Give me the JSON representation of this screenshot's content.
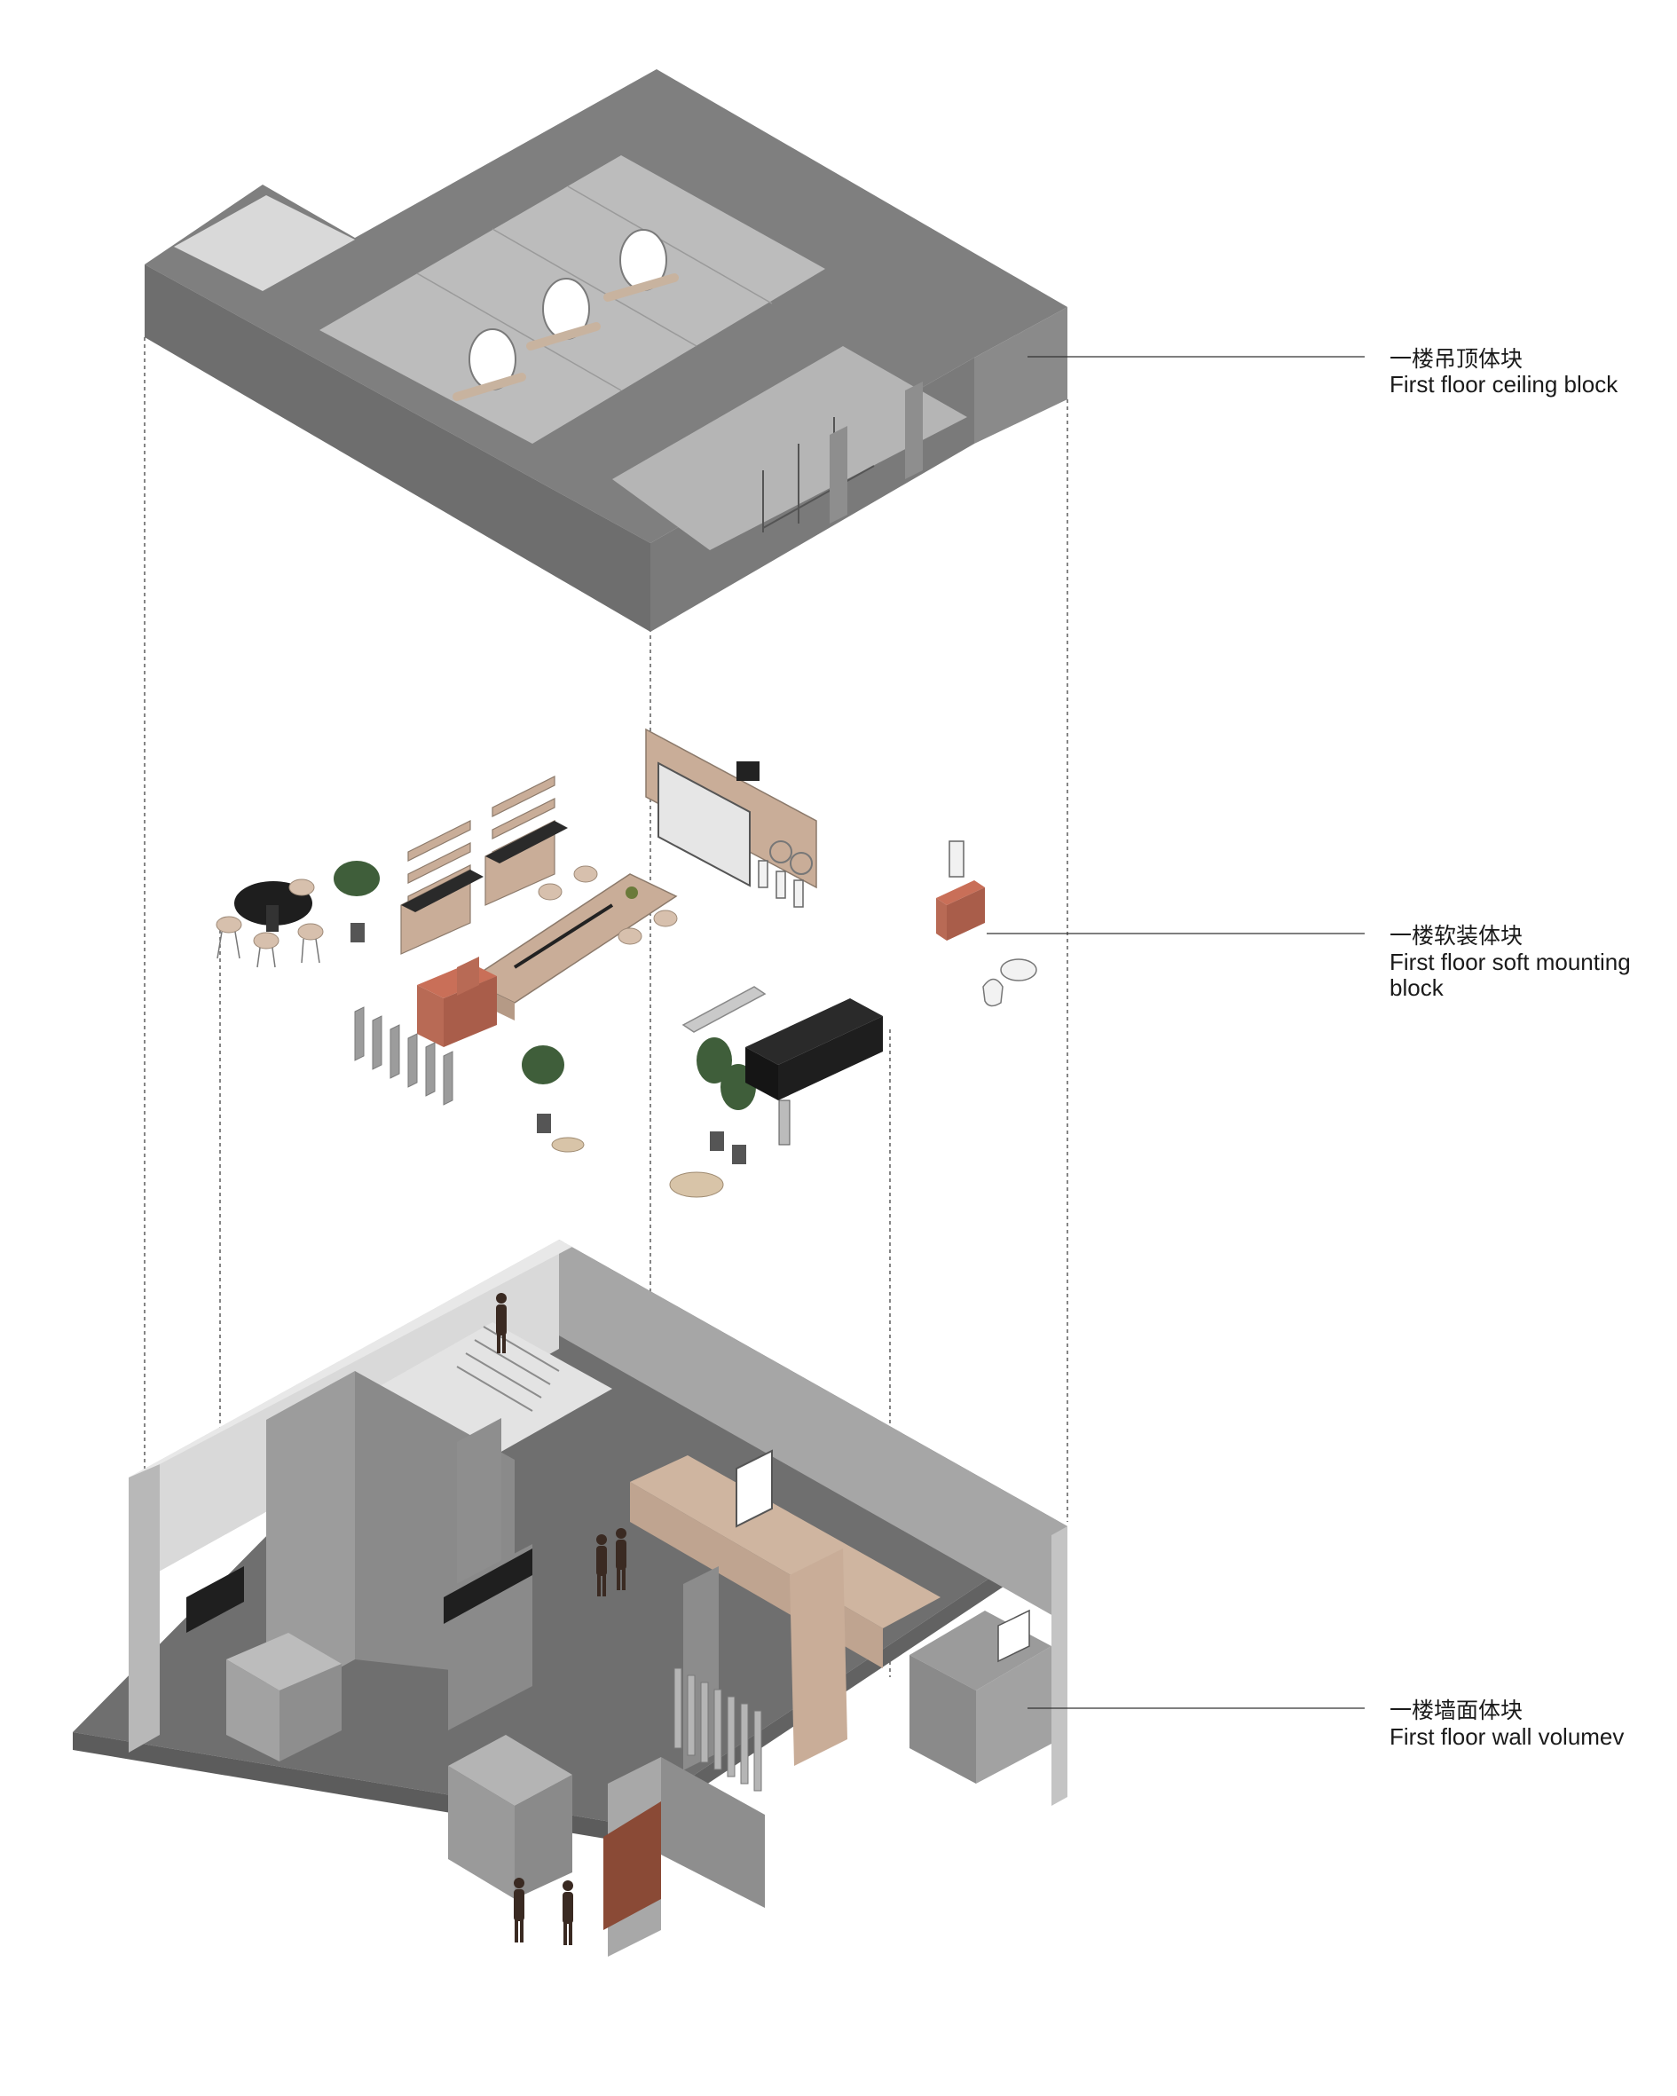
{
  "labels": {
    "ceiling": {
      "zh": "一楼吊顶体块",
      "en": "First floor ceiling block"
    },
    "soft": {
      "zh": "一楼软装体块",
      "en_line1": "First floor soft mounting",
      "en_line2": "block"
    },
    "wall": {
      "zh": "一楼墙面体块",
      "en": "First floor wall volumev"
    }
  },
  "colors": {
    "ceiling_top": "#7f7f7f",
    "ceiling_side_dark": "#6e6e6e",
    "ceiling_side_light": "#8a8a8a",
    "ceiling_inner": "#b9b9b9",
    "floor": "#6f6f6f",
    "slab_edge": "#5c5c5c",
    "wall_light": "#dcdcdc",
    "wall_mid": "#a0a0a0",
    "wall_dark": "#8a8a8a",
    "wood": "#c9ad98",
    "terracotta": "#b86a55",
    "black": "#1e1e1e",
    "plant": "#3f5e3a",
    "leader_line": "#333333"
  }
}
